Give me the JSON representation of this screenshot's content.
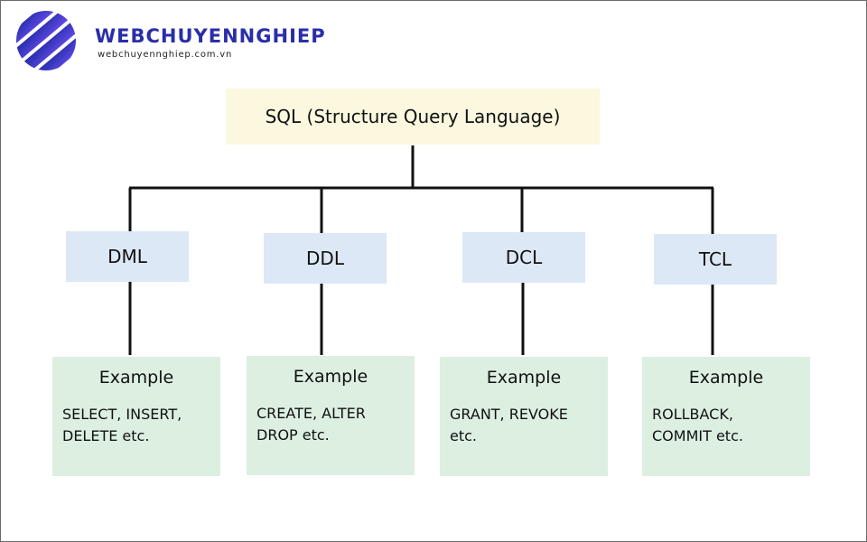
{
  "brand": {
    "name": "WEBCHUYENNGHIEP",
    "url": "webchuyennghiep.com.vn",
    "logo_icon": "stripes-logo-icon",
    "colors": {
      "logo_dark": "#1b2a9e",
      "logo_light": "#6a4cf0",
      "text": "#2a2ea8"
    }
  },
  "diagram": {
    "root": {
      "label": "SQL (Structure Query Language)"
    },
    "categories": [
      {
        "label": "DML",
        "example_title": "Example",
        "examples": "SELECT, INSERT,\nDELETE etc."
      },
      {
        "label": "DDL",
        "example_title": "Example",
        "examples": "CREATE, ALTER\nDROP etc."
      },
      {
        "label": "DCL",
        "example_title": "Example",
        "examples": "GRANT, REVOKE\netc."
      },
      {
        "label": "TCL",
        "example_title": "Example",
        "examples": "ROLLBACK,\nCOMMIT etc."
      }
    ],
    "colors": {
      "root_fill": "#fbf8df",
      "category_fill": "#dde8f6",
      "example_fill": "#dcefe1",
      "connector": "#111111"
    }
  }
}
